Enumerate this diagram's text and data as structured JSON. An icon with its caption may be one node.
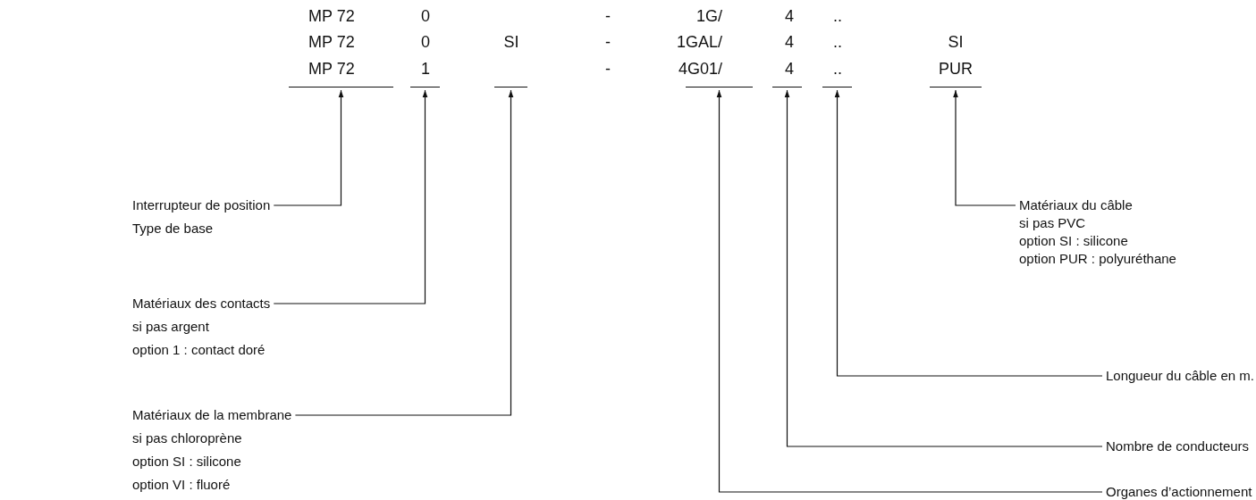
{
  "diagram": {
    "nodes": [
      {
        "text": [
          "Interrupteur de position",
          "Type de base"
        ]
      },
      {
        "text": [
          "Matériaux des contacts",
          "si pas argent",
          "option 1 : contact doré"
        ]
      },
      {
        "text": [
          "Matériaux de la membrane",
          "si pas chloroprène",
          "option SI : silicone",
          "option VI : fluoré"
        ]
      },
      {
        "text": [
          "Matériaux du câble",
          "si pas PVC",
          "option SI : silicone",
          "option PUR : polyuréthane"
        ]
      },
      {
        "text": [
          "Longueur du câble en m."
        ]
      },
      {
        "text": [
          "Nombre de conducteurs"
        ]
      },
      {
        "text": [
          "Organes d’actionnement"
        ]
      },
      {
        "text": [],
        "shape": "bar"
      },
      {
        "text": [],
        "shape": "bar"
      },
      {
        "text": [],
        "shape": "bar"
      },
      {
        "text": [],
        "shape": "bar"
      },
      {
        "text": [],
        "shape": "bar"
      },
      {
        "text": [],
        "shape": "bar"
      },
      {
        "text": [],
        "shape": "bar"
      }
    ],
    "edges": [
      {
        "from": 0,
        "to": 7,
        "arrow": "to"
      },
      {
        "from": 1,
        "to": 8,
        "arrow": "to"
      },
      {
        "from": 2,
        "to": 9,
        "arrow": "to"
      },
      {
        "from": 3,
        "to": 13,
        "arrow": "to"
      },
      {
        "from": 4,
        "to": 12,
        "arrow": "to"
      },
      {
        "from": 5,
        "to": 11,
        "arrow": "to"
      },
      {
        "from": 6,
        "to": 10,
        "arrow": "to"
      }
    ],
    "labels": [
      "MP 72",
      "0",
      "-",
      "1G/",
      "4",
      "..",
      "MP 72",
      "0",
      "SI",
      "-",
      "1GAL/",
      "4",
      "..",
      "SI",
      "MP 72",
      "1",
      "-",
      "4G01/",
      "4",
      "..",
      "PUR"
    ]
  }
}
